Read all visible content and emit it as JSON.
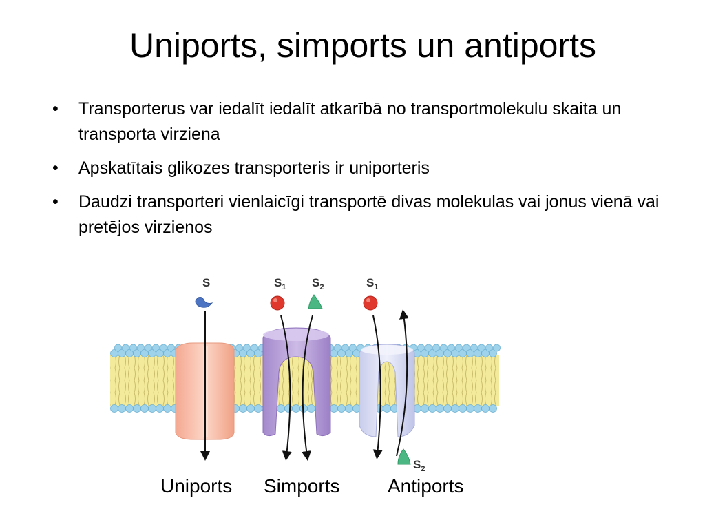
{
  "title": "Uniports, simports un antiports",
  "bullets": [
    "Transporterus var iedalīt iedalīt atkarībā no transportmolekulu skaita un transporta virziena",
    "Apskatītais glikozes transporteris ir uniporteris",
    "Daudzi transporteri vienlaicīgi transportē divas molekulas vai jonus vienā vai pretējos virzienos"
  ],
  "bullet_symbol": "•",
  "diagram": {
    "labels": {
      "uniport": "Uniports",
      "symport": "Simports",
      "antiport": "Antiports"
    },
    "molecules": {
      "s": "S",
      "s1": "S",
      "s2": "S",
      "sub1": "1",
      "sub2": "2"
    },
    "colors": {
      "membrane_core": "#f3ea9b",
      "membrane_head": "#9fd3ec",
      "uniporter": "#f7b9a2",
      "symporter": "#b49ad4",
      "antiporter": "#d7dbf2",
      "s_uniport": "#4d74c2",
      "s1_red": "#e0382c",
      "s2_green": "#4bb883"
    }
  }
}
